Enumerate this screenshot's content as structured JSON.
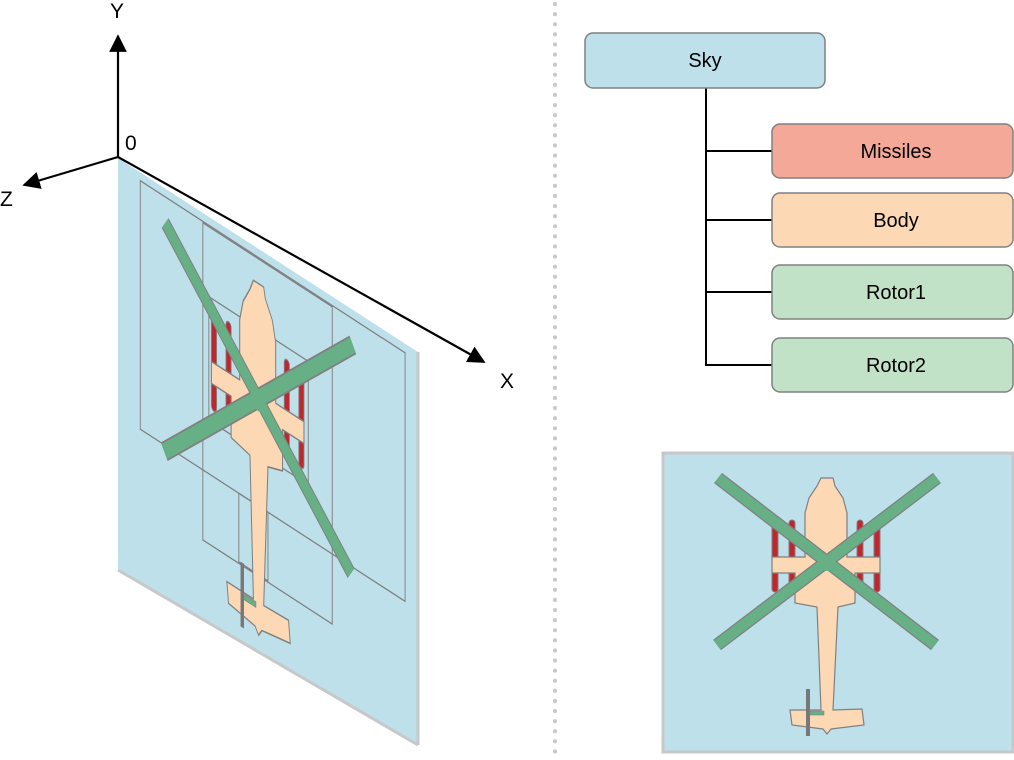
{
  "axes": {
    "y_label": "Y",
    "x_label": "X",
    "z_label": "Z",
    "origin_label": "0"
  },
  "tree": {
    "root": {
      "label": "Sky",
      "color": "#bde0ea"
    },
    "children": [
      {
        "label": "Missiles",
        "color": "#f4a898"
      },
      {
        "label": "Body",
        "color": "#fcd9b4"
      },
      {
        "label": "Rotor1",
        "color": "#c2e2c8"
      },
      {
        "label": "Rotor2",
        "color": "#c2e2c8"
      }
    ]
  },
  "colors": {
    "sky": "#bde0ea",
    "body": "#fcd9b4",
    "rotor": "#67b086",
    "missile": "#c0272d",
    "outline": "#808080"
  }
}
